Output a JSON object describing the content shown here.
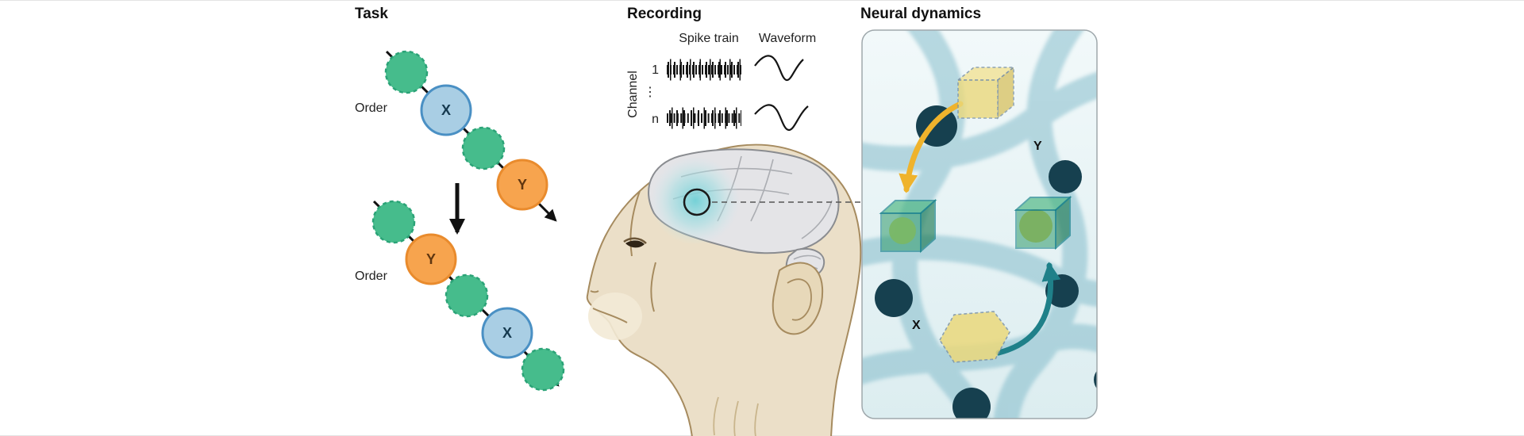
{
  "figure": {
    "task": {
      "title": "Task",
      "sequence1": {
        "order_label": "Order",
        "x": "X",
        "y": "Y"
      },
      "sequence2": {
        "order_label": "Order",
        "x": "X",
        "y": "Y"
      }
    },
    "recording": {
      "title": "Recording",
      "spike_train_header": "Spike train",
      "waveform_header": "Waveform",
      "channel_label": "Channel",
      "channel_first": "1",
      "channel_ellipsis": "⋮",
      "channel_last": "n"
    },
    "neural_dynamics": {
      "title": "Neural dynamics",
      "y_label": "Y",
      "x_label": "X"
    },
    "colors": {
      "green_item": "#46BC8C",
      "green_item_border": "#2BA377",
      "blue_item": "#A9CEE4",
      "blue_item_border": "#4A90C4",
      "orange_item": "#F7A44E",
      "orange_item_border": "#E98B2D",
      "spike_black": "#151515",
      "monkey_skin": "#EBDFC8",
      "monkey_outline": "#A68B5F",
      "brain_gray": "#E4E4E7",
      "recording_glow": "#6FD0D6",
      "panel_background": "#E9F3F5",
      "network_ribbon": "#7CB7C7",
      "network_node": "#16404F",
      "cube_yellow": "#EBD97C",
      "cube_green": "#2E9A6A",
      "arrow_yellow": "#EFB32C",
      "arrow_teal": "#1F8089"
    }
  }
}
